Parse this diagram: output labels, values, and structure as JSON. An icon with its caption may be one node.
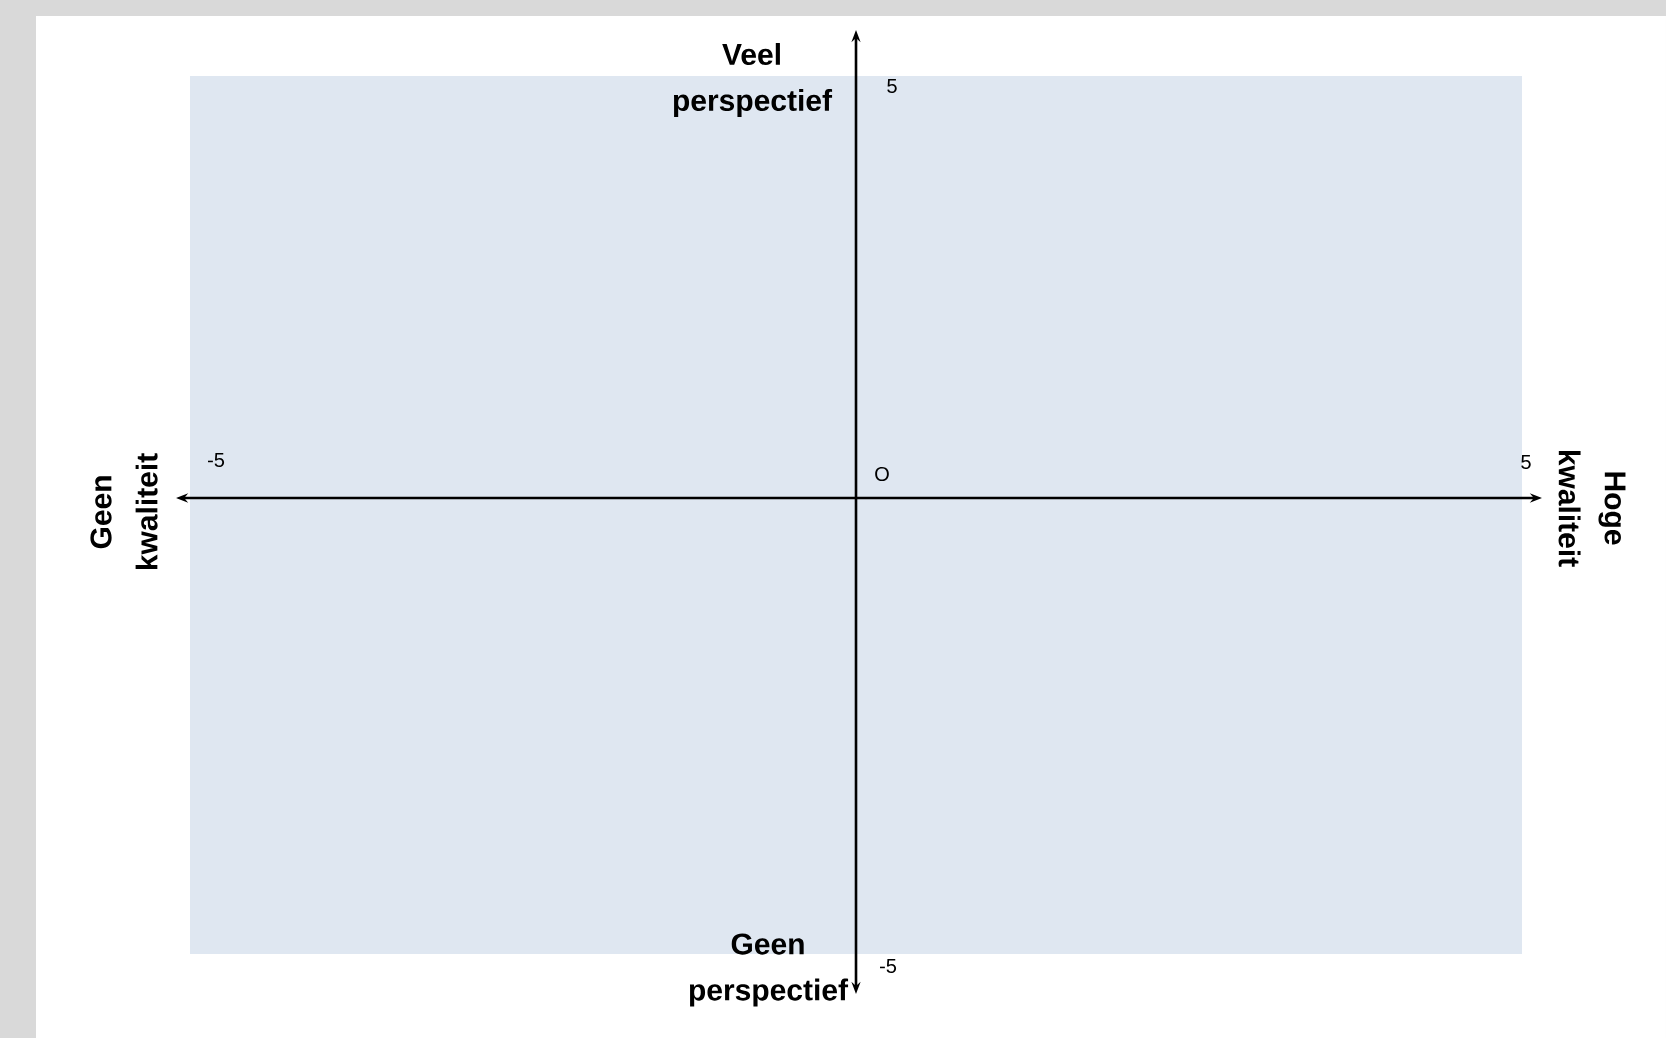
{
  "diagram": {
    "labels": [
      "Veel perspectief",
      "5",
      "Geen kwaliteit",
      "-5",
      "O",
      "5",
      "Hoge kwaliteit",
      "-5",
      "Geen perspectief"
    ]
  }
}
